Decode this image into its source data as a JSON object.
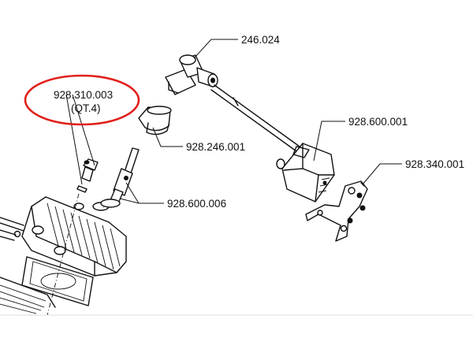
{
  "labels": {
    "ignition_cap": "246.024",
    "head_screw": "928.310.003",
    "head_screw_qty": "(QT.4)",
    "cap_boot": "928.246.001",
    "ignition_coil": "928.600.001",
    "coil_bracket": "928.340.001",
    "spark_plug": "928.600.006"
  },
  "highlight": {
    "color": "#e0201b",
    "encircles": "head_screw"
  },
  "line_color": "#111111"
}
